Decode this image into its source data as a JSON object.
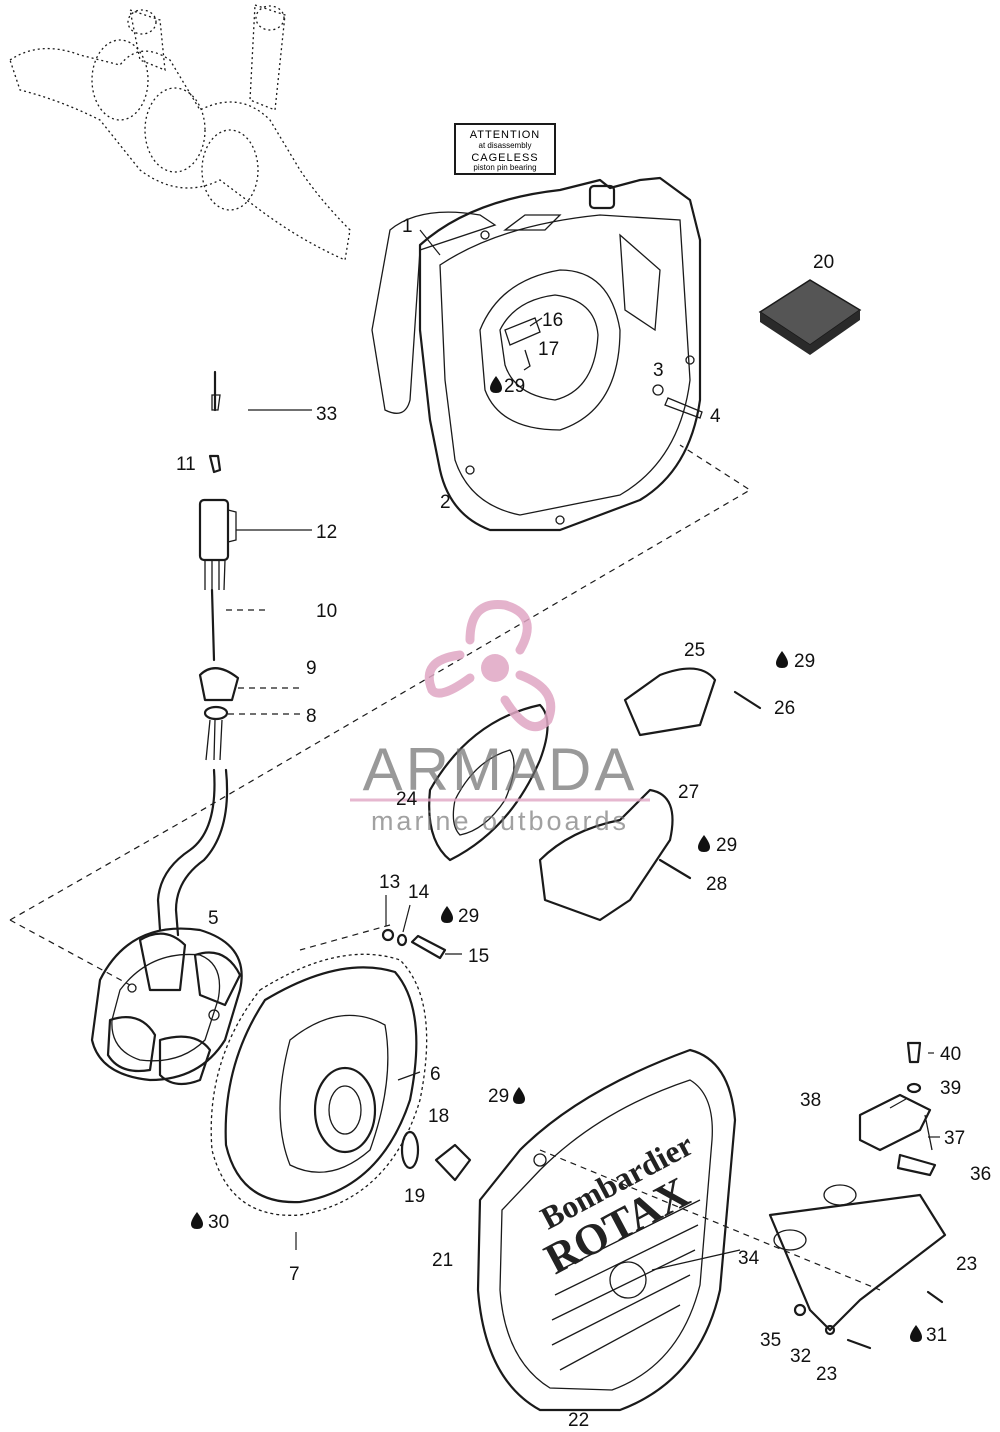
{
  "caution_label": {
    "line1": "ATTENTION",
    "line2": "at disassembly",
    "line3": "CAGELESS",
    "line4": "piston pin bearing"
  },
  "cover_lettering": {
    "line1": "Bombardier",
    "line2": "ROTAX"
  },
  "watermark": {
    "brand": "ARMADA",
    "tagline": "marine outboards",
    "logo_color": "#e0a6c4"
  },
  "drop_symbol": "💧",
  "callouts": [
    "1",
    "2",
    "3",
    "4",
    "5",
    "6",
    "7",
    "8",
    "9",
    "10",
    "11",
    "12",
    "13",
    "14",
    "15",
    "16",
    "17",
    "18",
    "19",
    "20",
    "21",
    "22",
    "23",
    "23",
    "24",
    "25",
    "26",
    "27",
    "28",
    "29",
    "29",
    "29",
    "29",
    "29",
    "30",
    "31",
    "32",
    "33",
    "34",
    "35",
    "36",
    "37",
    "38",
    "39",
    "40"
  ]
}
